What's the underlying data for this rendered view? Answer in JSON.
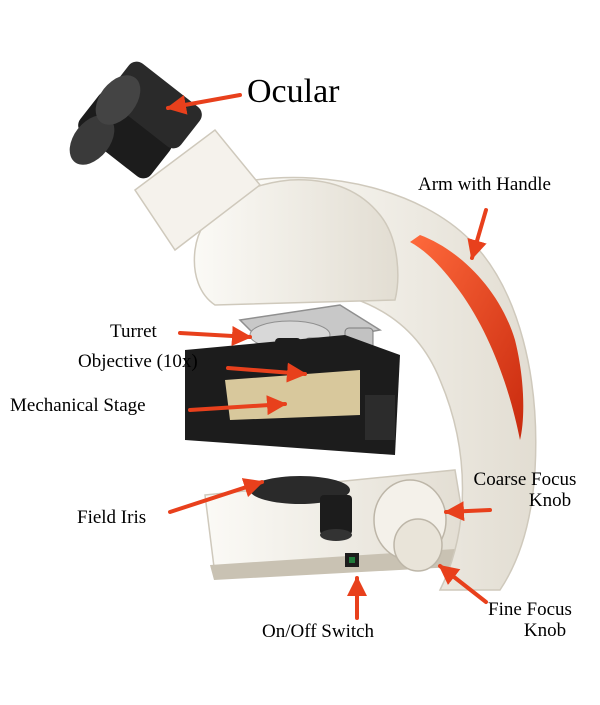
{
  "labels": {
    "ocular": "Ocular",
    "arm": "Arm with Handle",
    "turret": "Turret",
    "objective": "Objective (10x)",
    "stage": "Mechanical Stage",
    "iris": "Field Iris",
    "coarse_line1": "Coarse Focus",
    "coarse_line2": "Knob",
    "fine_line1": "Fine Focus",
    "fine_line2": "Knob",
    "switch": "On/Off Switch"
  },
  "colors": {
    "arrow": "#e8401c",
    "body": "#f2efe8",
    "shadow": "#d9d4c8",
    "accent_red": "#e03a17",
    "black": "#1c1c1c",
    "dark_gray": "#3a3a3a",
    "metal": "#b9b9b9",
    "brass": "#d8c89c"
  }
}
